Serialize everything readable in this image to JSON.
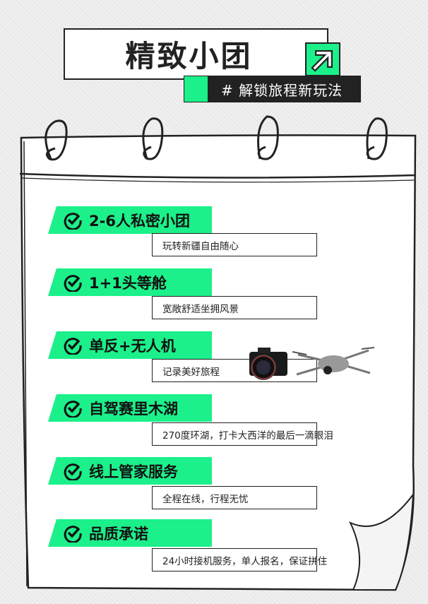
{
  "header": {
    "title": "精致小团",
    "tag": "# 解锁旅程新玩法"
  },
  "colors": {
    "accent": "#1cf08a",
    "dark": "#222222"
  },
  "features": [
    {
      "title": "2-6人私密小团",
      "desc": "玩转新疆自由随心"
    },
    {
      "title": "1+1头等舱",
      "desc": "宽敞舒适坐拥风景"
    },
    {
      "title": "单反+无人机",
      "desc": "记录美好旅程"
    },
    {
      "title": "自驾赛里木湖",
      "desc": "270度环湖，打卡大西洋的最后一滴眼泪"
    },
    {
      "title": "线上管家服务",
      "desc": "全程在线，行程无忧"
    },
    {
      "title": "品质承诺",
      "desc": "24小时接机服务，单人报名，保证拼住"
    }
  ]
}
